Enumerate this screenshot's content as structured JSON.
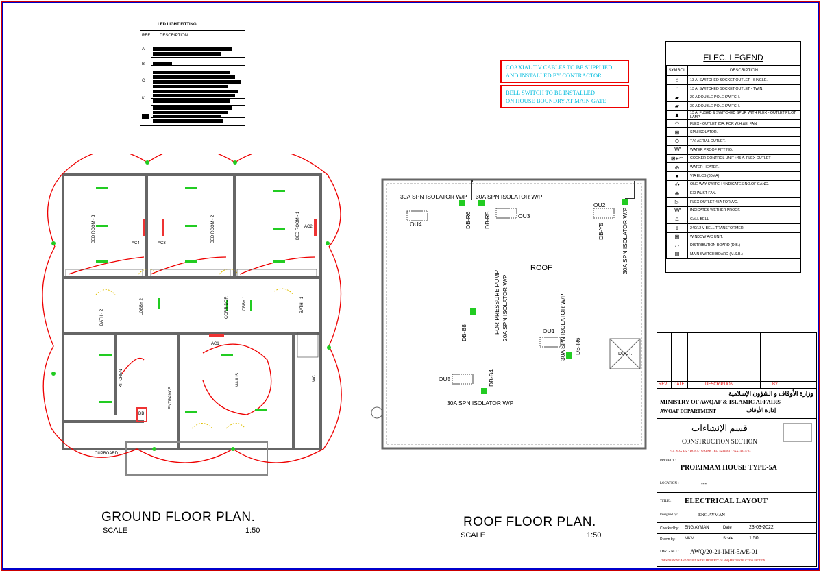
{
  "drawing": {
    "ground_title": "GROUND FLOOR PLAN.",
    "roof_title": "ROOF FLOOR PLAN.",
    "scale_label": "SCALE",
    "scale_value": "1:50"
  },
  "notes": [
    "COAXIAL T.V CABLES TO BE SUPPLIED\nAND INSTALLED BY CONTRACTOR",
    "BELL SWITCH TO BE INSTALLED\nON HOUSE BOUNDRY AT MAIN GATE"
  ],
  "led_table": {
    "caption": "LED LIGHT FITTING",
    "col_ref": "REF",
    "col_desc": "DESCRIPTION",
    "refs": [
      "A",
      "B",
      "C",
      "K",
      ""
    ]
  },
  "legend": {
    "title": "ELEC. LEGEND",
    "col_symbol": "SYMBOL",
    "col_desc": "DESCRIPTION",
    "items": [
      {
        "sym": "⌂",
        "desc": "13 A. SWITCHED SOCKET OUTLET - SINGLE."
      },
      {
        "sym": "⌂",
        "desc": "13 A. SWITCHED SOCKET OUTLET - TWIN."
      },
      {
        "sym": "▰",
        "desc": "20 A DOUBLE POLE SWITCH."
      },
      {
        "sym": "▰",
        "desc": "30 A DOUBLE POLE SWITCH."
      },
      {
        "sym": "▲",
        "desc": "13 A. FUSED & SWITCHED SPUR WITH FLEX - OUTLET PILOT LAMP."
      },
      {
        "sym": "◠",
        "desc": "FLEX - OUTLET 20A. FOR W.H.&E. FAN."
      },
      {
        "sym": "⊠",
        "desc": "SPN ISOLATOR."
      },
      {
        "sym": "⊖",
        "desc": "T.V. AERIAL OUTLET."
      },
      {
        "sym": "'W'",
        "desc": "WATER PROOF FITTING."
      },
      {
        "sym": "⊠+◠",
        "desc": "COOKER CONTROL UNIT +45 A. FLEX OUTLET"
      },
      {
        "sym": "⊘",
        "desc": "WATER HEATER."
      },
      {
        "sym": "●",
        "desc": "VIA ELCB (30MA)"
      },
      {
        "sym": "√•",
        "desc": "ONE WAY SWITCH      *INDICATES NO.OF GANG."
      },
      {
        "sym": "⊗",
        "desc": "EXHAUST FAN."
      },
      {
        "sym": "▷",
        "desc": "FLEX OUTLET 45A FOR A/C."
      },
      {
        "sym": "'W'",
        "desc": "INDICATES WETHER PROOF."
      },
      {
        "sym": "⩍",
        "desc": "CALL BELL"
      },
      {
        "sym": "⇳",
        "desc": "240/12 V BELL TRANSFORMER."
      },
      {
        "sym": "⊠",
        "desc": "WINDOW A/C UNIT."
      },
      {
        "sym": "▱",
        "desc": "DISTRIBUTION BOARD (D.B.)"
      },
      {
        "sym": "⊠",
        "desc": "MAIN SWITCH BOARD (M.S.B.)"
      }
    ]
  },
  "title_block": {
    "rev": "REV.",
    "date": "DATE",
    "description": "DESCRIPTION",
    "by": "BY",
    "ministry_ar": "وزارة الأوقاف و الشؤون الإسلامية",
    "ministry_en": "MINISTRY OF AWQAF & ISLAMIC AFFAIRS",
    "dept_en": "AWQAF DEPARTMENT",
    "dept_ar": "إدارة الأوقاف",
    "section_ar": "قسم الإنشاءات",
    "section_en": "CONSTRUCTION SECTION",
    "address": "P.O. BOX 422 - DOHA - QATAR   TEL. 4232883 / FAX. 4837703",
    "project_label": "PROJECT :",
    "project": "PROP.IMAM HOUSE TYPE-5A",
    "location_label": "LOCATION :",
    "location": "---",
    "title_label": "TITLE :",
    "title": "ELECTRICAL LAYOUT",
    "designed_label": "Designed by:",
    "designed": "ENG.AYMAN",
    "checked_label": "Checked by:",
    "checked": "ENG.AYMAN",
    "date_label": "Date",
    "date_value": "23-03-2022",
    "drawn_label": "Drawn by:",
    "drawn": "MKM",
    "scale_label": "Scale",
    "scale_value": "1:50",
    "dwg_label": "DWG.NO :",
    "dwg_no": "AWQ/20-21-IMH-5A/E-01",
    "footer": "THIS DRAWING AND DESIGN IS THE PROPERTY OF AWQAF CONSTRUCTION SECTION"
  },
  "rooms": {
    "bed3": "BED ROOM - 3",
    "bed2": "BED ROOM - 2",
    "bed1": "BED ROOM - 1",
    "bath2": "BATH - 2",
    "bath1": "BATH - 1",
    "lobby2": "LOBBY 2",
    "lobby1": "LOBBY 1",
    "corr": "CORR DOR",
    "kitchen": "KITCHEN",
    "majlis": "MAJLIS",
    "entrance": "ENTRANCE",
    "wc": "WC",
    "cupboard": "CUPBOARD",
    "ac4": "AC4",
    "ac3": "AC3",
    "ac2": "AC2",
    "ac1": "AC1",
    "db": "DB"
  },
  "roof": {
    "label": "ROOF",
    "duct": "DUCT.",
    "iso_ou4": "30A  SPN  ISOLATOR  W/P",
    "iso_ou3": "30A  SPN  ISOLATOR  W/P",
    "iso_ou5": "30A  SPN  ISOLATOR  W/P",
    "iso_ou1": "30A  SPN  ISOLATOR  W/P",
    "iso_ou2": "30A  SPN  ISOLATOR  W/P",
    "pump1": "FOR  PRESSURE  PUMP",
    "pump2": "20A  SPN  ISOLATOR  W/P",
    "ou1": "OU1",
    "ou2": "OU2",
    "ou3": "OU3",
    "ou4": "OU4",
    "ou5": "OU5",
    "db_r6a": "DB-R6",
    "db_r5": "DB-R5",
    "db_y5": "DB-Y5",
    "db_r6b": "DB-R6",
    "db_b8": "DB-B8",
    "db_b4": "DB-B4"
  },
  "colors": {
    "frame": "#cc0000",
    "circuit": "#e00000",
    "fitting": "#22cc22",
    "note_text": "#00bbdd",
    "switch": "#e0c000",
    "ac": "#ee3333"
  }
}
